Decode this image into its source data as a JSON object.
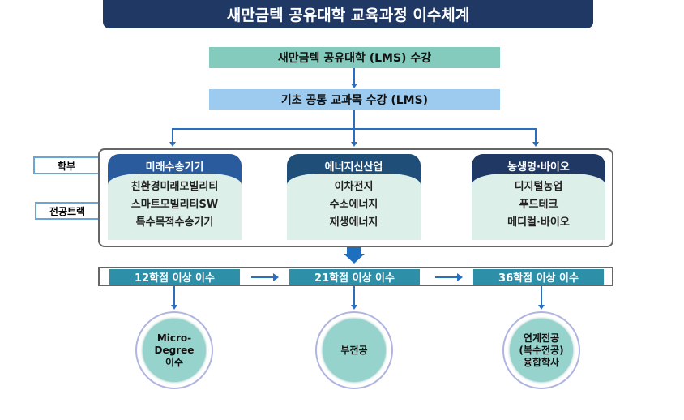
{
  "title": "새만금텍 공유대학 교육과정 이수체계",
  "step1": "새만금텍 공유대학 (LMS) 수강",
  "step2": "기초 공통 교과목 수강 (LMS)",
  "labels": {
    "dept": "학부",
    "track": "전공트랙"
  },
  "departments": [
    {
      "name": "미래수송기기",
      "color": "#2a5b9c",
      "tracks": [
        "친환경미래모빌리티",
        "스마트모빌리티SW",
        "특수목적수송기기"
      ]
    },
    {
      "name": "에너지신산업",
      "color": "#1f4e79",
      "tracks": [
        "이차전지",
        "수소에너지",
        "재생에너지"
      ]
    },
    {
      "name": "농생명·바이오",
      "color": "#1f3864",
      "tracks": [
        "디지털농업",
        "푸드테크",
        "메디컬·바이오"
      ]
    }
  ],
  "credits": [
    "12학점 이상 이수",
    "21학점 이상 이수",
    "36학점 이상 이수"
  ],
  "outcomes": [
    [
      "Micro-",
      "Degree",
      "이수"
    ],
    [
      "부전공"
    ],
    [
      "연계전공",
      "(복수전공)",
      "융합학사"
    ]
  ]
}
